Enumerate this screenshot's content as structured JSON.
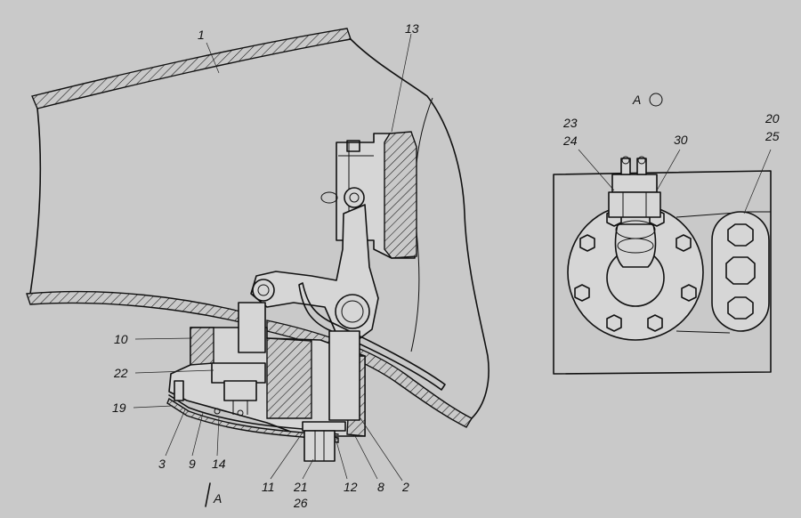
{
  "callouts": {
    "c1": "1",
    "c13": "13",
    "c10": "10",
    "c22": "22",
    "c19": "19",
    "c3": "3",
    "c9": "9",
    "c14": "14",
    "c11": "11",
    "c21": "21",
    "c26": "26",
    "c12": "12",
    "c8": "8",
    "c2": "2",
    "c23": "23",
    "c24": "24",
    "c30": "30",
    "c20": "20",
    "c25": "25"
  },
  "section_mark": "A",
  "view_title": "A"
}
